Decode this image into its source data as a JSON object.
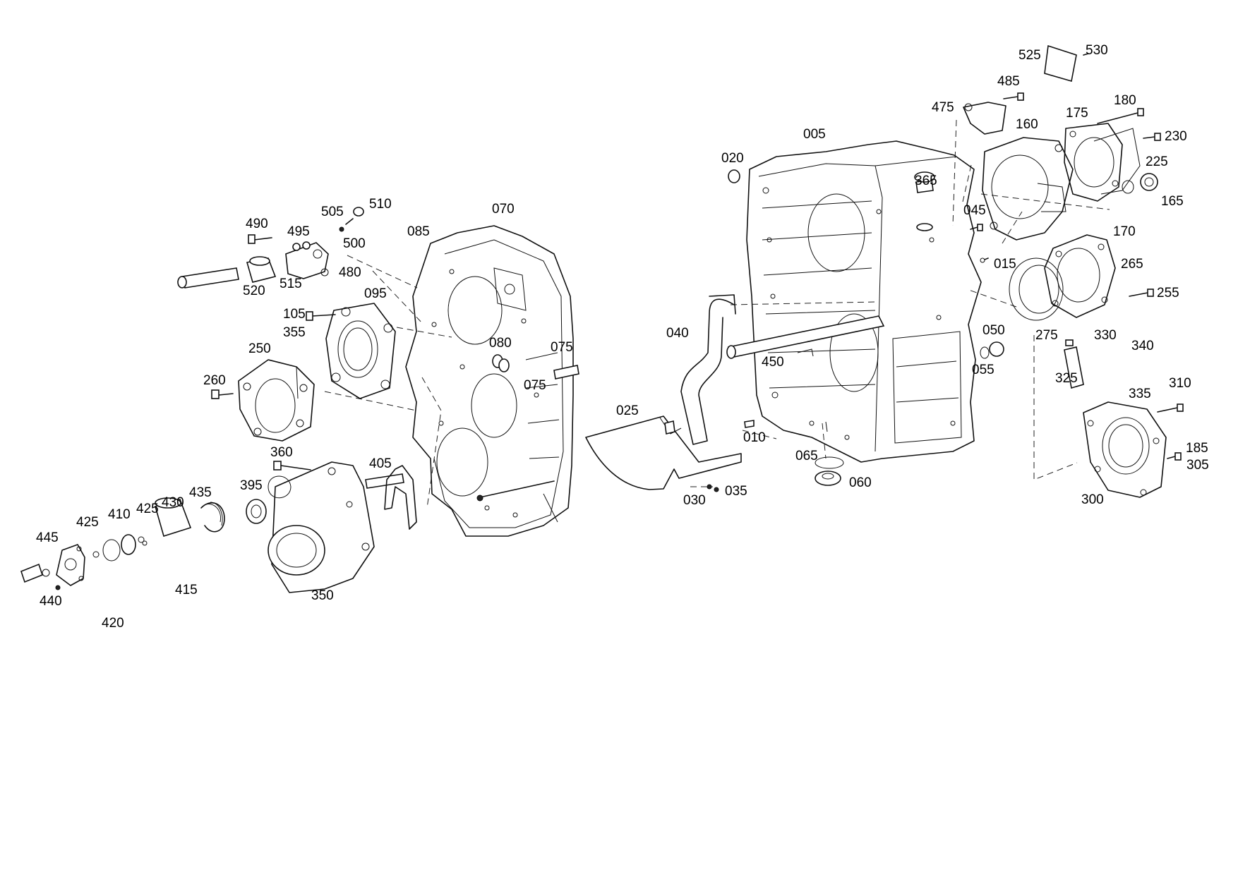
{
  "diagram": {
    "callouts": [
      {
        "id": "005",
        "text": "005"
      },
      {
        "id": "010",
        "text": "010"
      },
      {
        "id": "015",
        "text": "015"
      },
      {
        "id": "020",
        "text": "020"
      },
      {
        "id": "025",
        "text": "025"
      },
      {
        "id": "030",
        "text": "030"
      },
      {
        "id": "035",
        "text": "035"
      },
      {
        "id": "040",
        "text": "040"
      },
      {
        "id": "045",
        "text": "045"
      },
      {
        "id": "050",
        "text": "050"
      },
      {
        "id": "055",
        "text": "055"
      },
      {
        "id": "060",
        "text": "060"
      },
      {
        "id": "065",
        "text": "065"
      },
      {
        "id": "070",
        "text": "070"
      },
      {
        "id": "075a",
        "text": "075"
      },
      {
        "id": "075b",
        "text": "075"
      },
      {
        "id": "080",
        "text": "080"
      },
      {
        "id": "085",
        "text": "085"
      },
      {
        "id": "095",
        "text": "095"
      },
      {
        "id": "105",
        "text": "105"
      },
      {
        "id": "160",
        "text": "160"
      },
      {
        "id": "165",
        "text": "165"
      },
      {
        "id": "170",
        "text": "170"
      },
      {
        "id": "175",
        "text": "175"
      },
      {
        "id": "180",
        "text": "180"
      },
      {
        "id": "185",
        "text": "185"
      },
      {
        "id": "225",
        "text": "225"
      },
      {
        "id": "230",
        "text": "230"
      },
      {
        "id": "250",
        "text": "250"
      },
      {
        "id": "255",
        "text": "255"
      },
      {
        "id": "260",
        "text": "260"
      },
      {
        "id": "265",
        "text": "265"
      },
      {
        "id": "275",
        "text": "275"
      },
      {
        "id": "300",
        "text": "300"
      },
      {
        "id": "305",
        "text": "305"
      },
      {
        "id": "310",
        "text": "310"
      },
      {
        "id": "325",
        "text": "325"
      },
      {
        "id": "330",
        "text": "330"
      },
      {
        "id": "335",
        "text": "335"
      },
      {
        "id": "340",
        "text": "340"
      },
      {
        "id": "350",
        "text": "350"
      },
      {
        "id": "355",
        "text": "355"
      },
      {
        "id": "360",
        "text": "360"
      },
      {
        "id": "365",
        "text": "365"
      },
      {
        "id": "395",
        "text": "395"
      },
      {
        "id": "405",
        "text": "405"
      },
      {
        "id": "410",
        "text": "410"
      },
      {
        "id": "415",
        "text": "415"
      },
      {
        "id": "420",
        "text": "420"
      },
      {
        "id": "425a",
        "text": "425"
      },
      {
        "id": "425b",
        "text": "425"
      },
      {
        "id": "430",
        "text": "430"
      },
      {
        "id": "435",
        "text": "435"
      },
      {
        "id": "440",
        "text": "440"
      },
      {
        "id": "445",
        "text": "445"
      },
      {
        "id": "450",
        "text": "450"
      },
      {
        "id": "475",
        "text": "475"
      },
      {
        "id": "480",
        "text": "480"
      },
      {
        "id": "485",
        "text": "485"
      },
      {
        "id": "490",
        "text": "490"
      },
      {
        "id": "495",
        "text": "495"
      },
      {
        "id": "500",
        "text": "500"
      },
      {
        "id": "505",
        "text": "505"
      },
      {
        "id": "510",
        "text": "510"
      },
      {
        "id": "515",
        "text": "515"
      },
      {
        "id": "520",
        "text": "520"
      },
      {
        "id": "525",
        "text": "525"
      },
      {
        "id": "530",
        "text": "530"
      }
    ]
  }
}
